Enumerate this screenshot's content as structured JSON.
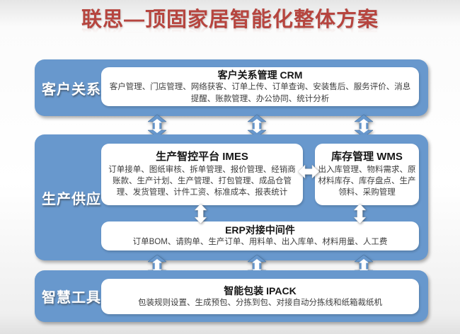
{
  "title": "联思—顶固家居智能化整体方案",
  "colors": {
    "band_blue": "#6898CD",
    "arrow_blue_outline": "#49719C",
    "title_red": "#B6453F",
    "card_white": "#FFFFFF",
    "body_text": "#3D3D3D"
  },
  "icons": {
    "section_connector": "up-down-arrow-icon",
    "module_connector_vertical": "up-down-arrow-icon",
    "module_connector_horizontal": "left-right-arrow-icon"
  },
  "sections": [
    {
      "label": "客户关系",
      "boxes": [
        {
          "title": "客户关系管理 CRM",
          "body": "客户管理、门店管理、网络获客、订单上传、订单查询、安装售后、服务评价、消息提醒、账款管理、办公协同、统计分析"
        }
      ]
    },
    {
      "label": "生产供应",
      "boxes": [
        {
          "title": "生产智控平台 IMES",
          "body": "订单接单、图纸审核、拆单管理、报价管理、经销商账款、生产计划、生产管理、打包管理、成品仓管理、发货管理、计件工资、标准成本、报表统计"
        },
        {
          "title": "库存管理 WMS",
          "body": "出入库管理、物料需求、原材料库存、库存盘点、生产领料、采购管理"
        },
        {
          "title": "ERP对接中间件",
          "body": "订单BOM、请购单、生产订单、用料单、出入库单、材料用量、人工费"
        }
      ]
    },
    {
      "label": "智慧工具",
      "boxes": [
        {
          "title": "智能包装 IPACK",
          "body": "包装规则设置、生成预包、分拣到包、对接自动分拣线和纸箱裁纸机"
        }
      ]
    }
  ]
}
